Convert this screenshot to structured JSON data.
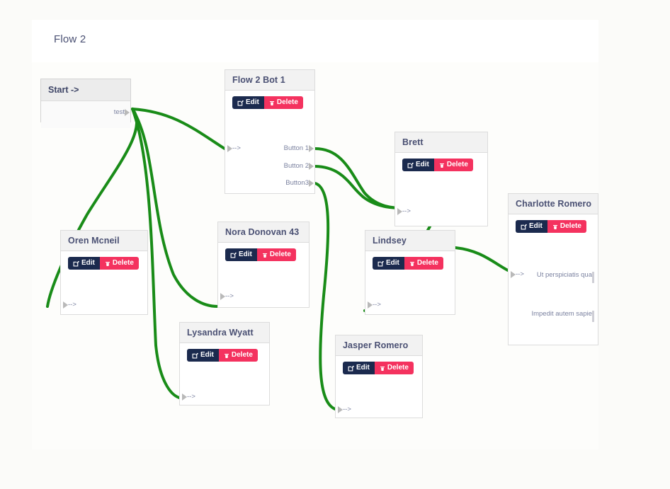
{
  "panel": {
    "title": "Flow 2"
  },
  "labels": {
    "edit": "Edit",
    "delete": "Delete",
    "input_arrow": "-->"
  },
  "colors": {
    "edge": "#198c18",
    "edit_button": "#1b2a4e",
    "delete_button": "#f4325f",
    "node_header": "#f2f2f2",
    "node_border": "#dcdcdc",
    "title_text": "#4a5073",
    "port_text": "#7b82a0",
    "canvas_bg": "#fdfdfb",
    "page_bg": "#fbfbf9"
  },
  "nodes": {
    "start": {
      "title": "Start ->",
      "output": "test"
    },
    "bot1": {
      "title": "Flow 2 Bot 1",
      "outputs": [
        "Button 1",
        "Button 2",
        "Button3"
      ]
    },
    "oren": {
      "title": "Oren Mcneil"
    },
    "nora": {
      "title": "Nora Donovan 43"
    },
    "lysandra": {
      "title": "Lysandra Wyatt"
    },
    "jasper": {
      "title": "Jasper Romero"
    },
    "brett": {
      "title": "Brett"
    },
    "lindsey": {
      "title": "Lindsey"
    },
    "charlotte": {
      "title": "Charlotte Romero",
      "outputs": [
        "Ut perspiciatis qua",
        "Impedit autem sapie"
      ]
    }
  }
}
